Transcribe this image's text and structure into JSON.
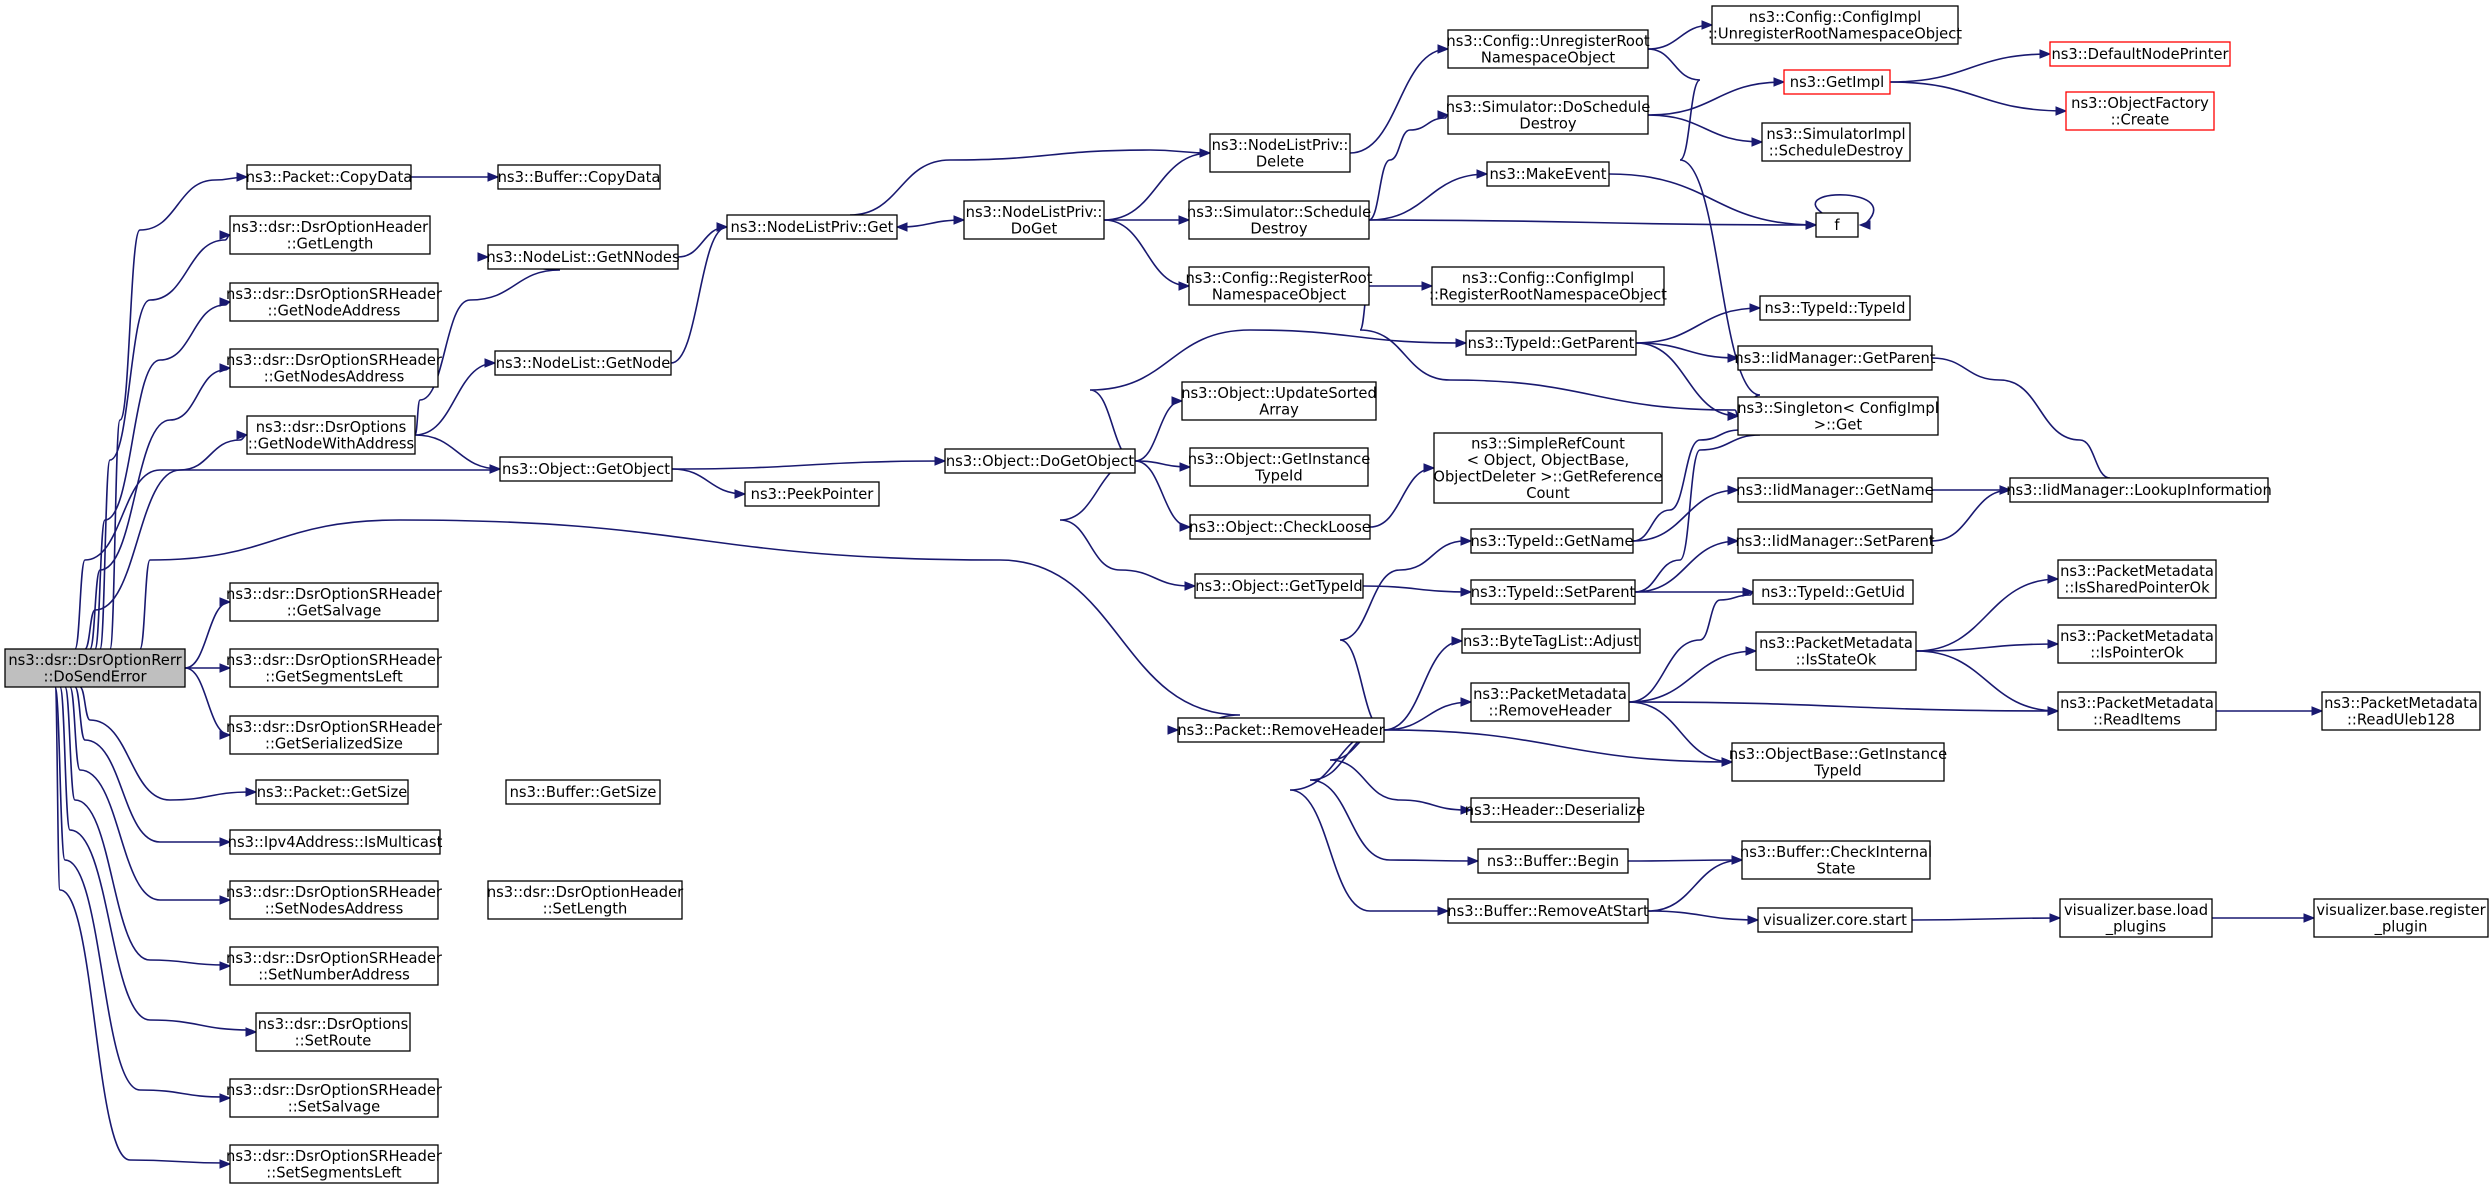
{
  "graph": {
    "nodes": {
      "root": [
        "ns3::dsr::DsrOptionRerr",
        "::DoSendError"
      ],
      "copydata": [
        "ns3::Packet::CopyData"
      ],
      "bufcopydata": [
        "ns3::Buffer::CopyData"
      ],
      "ohgetlength": [
        "ns3::dsr::DsrOptionHeader",
        "::GetLength"
      ],
      "srgetnodeaddress": [
        "ns3::dsr::DsrOptionSRHeader",
        "::GetNodeAddress"
      ],
      "srgetnodesaddress": [
        "ns3::dsr::DsrOptionSRHeader",
        "::GetNodesAddress"
      ],
      "getnodewithaddress": [
        "ns3::dsr::DsrOptions",
        "::GetNodeWithAddress"
      ],
      "nlgetnnodes": [
        "ns3::NodeList::GetNNodes"
      ],
      "nlgetnode": [
        "ns3::NodeList::GetNode"
      ],
      "nlpget": [
        "ns3::NodeListPriv::Get"
      ],
      "nlpdoget": [
        "ns3::NodeListPriv::",
        "DoGet"
      ],
      "nlpdelete": [
        "ns3::NodeListPriv::",
        "Delete"
      ],
      "schedule": [
        "ns3::Simulator::Schedule",
        "Destroy"
      ],
      "registerroot": [
        "ns3::Config::RegisterRoot",
        "NamespaceObject"
      ],
      "implregisterroot": [
        "ns3::Config::ConfigImpl",
        "::RegisterRootNamespaceObject"
      ],
      "unregisterroot": [
        "ns3::Config::UnregisterRoot",
        "NamespaceObject"
      ],
      "implunregister": [
        "ns3::Config::ConfigImpl",
        "::UnregisterRootNamespaceObject"
      ],
      "doschedule": [
        "ns3::Simulator::DoSchedule",
        "Destroy"
      ],
      "getimpl": [
        "ns3::GetImpl"
      ],
      "defaultnodeprinter": [
        "ns3::DefaultNodePrinter"
      ],
      "objectfactory": [
        "ns3::ObjectFactory",
        "::Create"
      ],
      "simimplschedule": [
        "ns3::SimulatorImpl",
        "::ScheduleDestroy"
      ],
      "makeevent": [
        "ns3::MakeEvent"
      ],
      "f": [
        "f"
      ],
      "getobject": [
        "ns3::Object::GetObject"
      ],
      "peekpointer": [
        "ns3::PeekPointer"
      ],
      "dogetobject": [
        "ns3::Object::DoGetObject"
      ],
      "updatesorted": [
        "ns3::Object::UpdateSorted",
        "Array"
      ],
      "getinstancetypeid": [
        "ns3::Object::GetInstance",
        "TypeId"
      ],
      "checkloose": [
        "ns3::Object::CheckLoose"
      ],
      "gettypeid": [
        "ns3::Object::GetTypeId"
      ],
      "simplerefcount": [
        "ns3::SimpleRefCount",
        "< Object, ObjectBase,",
        " ObjectDeleter >::GetReference",
        "Count"
      ],
      "tidgetparent": [
        "ns3::TypeId::GetParent"
      ],
      "tidtypeid": [
        "ns3::TypeId::TypeId"
      ],
      "iidgetparent": [
        "ns3::IidManager::GetParent"
      ],
      "singleton": [
        "ns3::Singleton< ConfigImpl",
        " >::Get"
      ],
      "iidgetname": [
        "ns3::IidManager::GetName"
      ],
      "lookupinfo": [
        "ns3::IidManager::LookupInformation"
      ],
      "tidgetname": [
        "ns3::TypeId::GetName"
      ],
      "tidsetparent": [
        "ns3::TypeId::SetParent"
      ],
      "iidsetparent": [
        "ns3::IidManager::SetParent"
      ],
      "tidgetuid": [
        "ns3::TypeId::GetUid"
      ],
      "srgetsalvage": [
        "ns3::dsr::DsrOptionSRHeader",
        "::GetSalvage"
      ],
      "srgetsegmentsleft": [
        "ns3::dsr::DsrOptionSRHeader",
        "::GetSegmentsLeft"
      ],
      "srgetserializedsize": [
        "ns3::dsr::DsrOptionSRHeader",
        "::GetSerializedSize"
      ],
      "pktgetsize": [
        "ns3::Packet::GetSize"
      ],
      "bufgetsize": [
        "ns3::Buffer::GetSize"
      ],
      "ismulticast": [
        "ns3::Ipv4Address::IsMulticast"
      ],
      "srsetnodesaddress": [
        "ns3::dsr::DsrOptionSRHeader",
        "::SetNodesAddress"
      ],
      "ohsetlength": [
        "ns3::dsr::DsrOptionHeader",
        "::SetLength"
      ],
      "srsetnumberaddress": [
        "ns3::dsr::DsrOptionSRHeader",
        "::SetNumberAddress"
      ],
      "setroute": [
        "ns3::dsr::DsrOptions",
        "::SetRoute"
      ],
      "srsetsalvage": [
        "ns3::dsr::DsrOptionSRHeader",
        "::SetSalvage"
      ],
      "srsetsegmentsleft": [
        "ns3::dsr::DsrOptionSRHeader",
        "::SetSegmentsLeft"
      ],
      "removeheader": [
        "ns3::Packet::RemoveHeader"
      ],
      "btladjust": [
        "ns3::ByteTagList::Adjust"
      ],
      "pmremoveheader": [
        "ns3::PacketMetadata",
        "::RemoveHeader"
      ],
      "pmisstateok": [
        "ns3::PacketMetadata",
        "::IsStateOk"
      ],
      "pmissharedptr": [
        "ns3::PacketMetadata",
        "::IsSharedPointerOk"
      ],
      "pmisptr": [
        "ns3::PacketMetadata",
        "::IsPointerOk"
      ],
      "pmreaditems": [
        "ns3::PacketMetadata",
        "::ReadItems"
      ],
      "pmreaduleb": [
        "ns3::PacketMetadata",
        "::ReadUleb128"
      ],
      "obgetinstance": [
        "ns3::ObjectBase::GetInstance",
        "TypeId"
      ],
      "hdrdeserialize": [
        "ns3::Header::Deserialize"
      ],
      "bufbegin": [
        "ns3::Buffer::Begin"
      ],
      "bufcheckinternal": [
        "ns3::Buffer::CheckInternal",
        "State"
      ],
      "bufremoveatstart": [
        "ns3::Buffer::RemoveAtStart"
      ],
      "vizcorestart": [
        "visualizer.core.start"
      ],
      "vizloadplugins": [
        "visualizer.base.load",
        "_plugins"
      ],
      "vizregister": [
        "visualizer.base.register",
        "_plugin"
      ]
    }
  }
}
